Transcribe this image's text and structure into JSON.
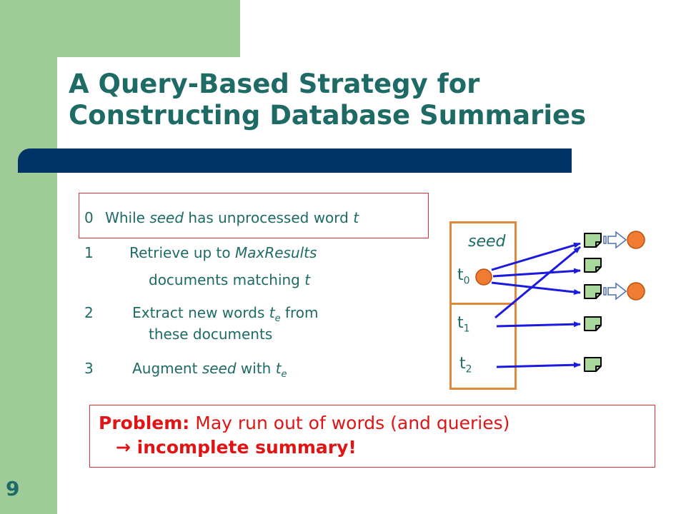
{
  "slide": {
    "title_line1": "A Query-Based Strategy for",
    "title_line2": "Constructing Database Summaries",
    "page_number": "9"
  },
  "steps": [
    {
      "num": "0",
      "text_before": "While ",
      "em1": "seed",
      "text_mid": " has unprocessed word ",
      "em2": "t"
    },
    {
      "num": "1",
      "text_before": "Retrieve up to ",
      "em1": "MaxResults"
    },
    {
      "text_before": "documents matching ",
      "em2": "t"
    },
    {
      "num": "2",
      "text_before": "Extract new words ",
      "term": "t",
      "sub": "e",
      "text_after": " from"
    },
    {
      "text_before": "these documents"
    },
    {
      "num": "3",
      "text_before": "Augment ",
      "em1": "seed",
      "text_mid": " with ",
      "term": "t",
      "sub": "e"
    }
  ],
  "diagram": {
    "seed_label": "seed",
    "terms": [
      {
        "base": "t",
        "sub": "0"
      },
      {
        "base": "t",
        "sub": "1"
      },
      {
        "base": "t",
        "sub": "2"
      }
    ],
    "colors": {
      "arrow": "#1a1ae0",
      "document": "#a8d89b",
      "node": "#f07b33",
      "seed_box": "#e08a3c"
    }
  },
  "problem": {
    "label": "Problem:",
    "text": " May run out of words (and queries)",
    "arrow": "→",
    "conclusion": " incomplete summary!"
  }
}
